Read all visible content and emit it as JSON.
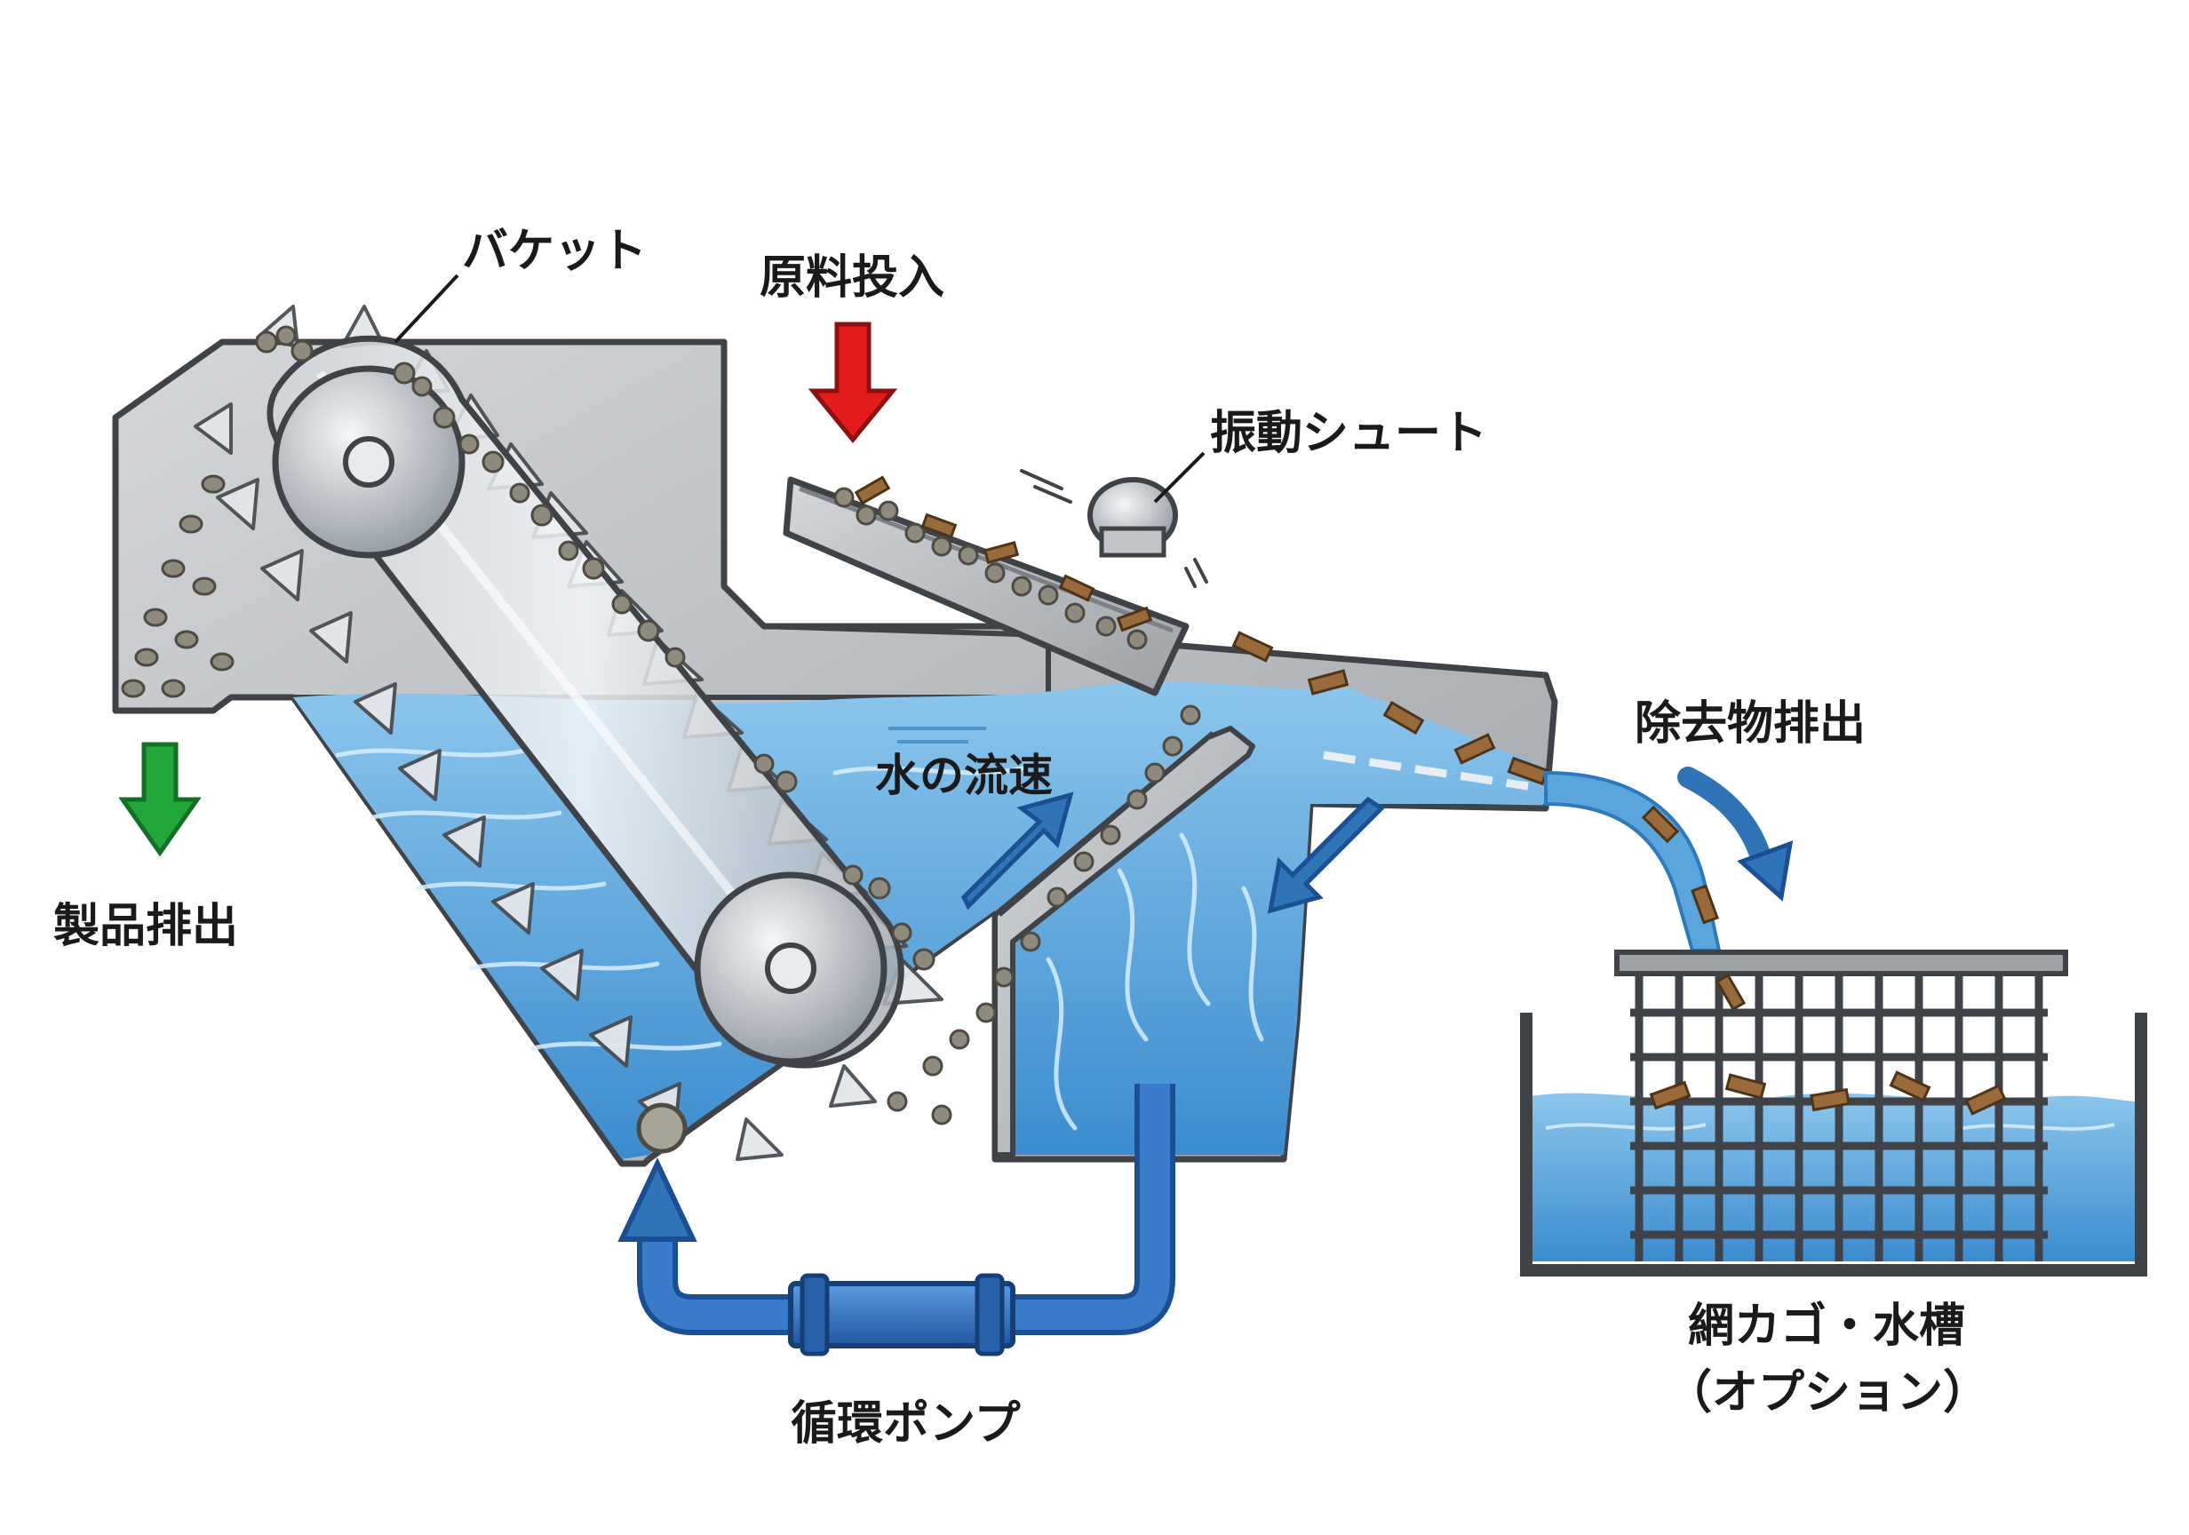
{
  "labels": {
    "bucket": "バケット",
    "raw_material_input": "原料投入",
    "vibrating_chute": "振動シュート",
    "water_flow_speed": "水の流速",
    "removed_matter_discharge": "除去物排出",
    "product_discharge": "製品排出",
    "circulation_pump": "循環ポンプ",
    "net_basket_tank": "網カゴ・水槽",
    "option": "（オプション）"
  },
  "colors": {
    "machine_steel": "#b9bcc0",
    "steel_edge": "#4a4d52",
    "water": "#5aa6dc",
    "water_light": "#a9d6f2",
    "water_deep": "#2d79bd",
    "flow_arrow": "#2f74b7",
    "input_arrow": "#e31b1b",
    "output_arrow": "#22a83a",
    "pump_blue": "#2e6fb8",
    "debris_wood": "#9a6b3a",
    "pebble": "#8f8a7e"
  },
  "icons": {
    "input": "down-arrow-red-icon",
    "product": "down-arrow-green-icon",
    "flow": "diagonal-arrow-icon",
    "pump_return": "up-arrow-icon"
  }
}
